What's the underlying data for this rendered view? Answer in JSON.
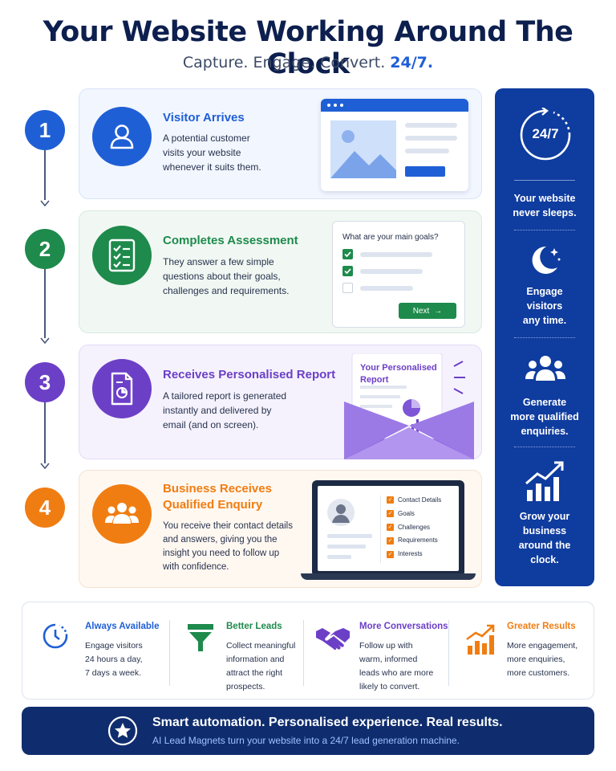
{
  "header": {
    "title": "Your Website Working Around The Clock",
    "subtitle_plain": "Capture. Engage. Convert.",
    "subtitle_accent": "24/7."
  },
  "steps": [
    {
      "number": "1",
      "title": "Visitor Arrives",
      "description": [
        "A potential customer",
        "visits your website",
        "whenever it suits them."
      ],
      "icon": "user-icon",
      "color": "#1f5fd6"
    },
    {
      "number": "2",
      "title": "Completes Assessment",
      "description": [
        "They answer a few simple",
        "questions about their goals,",
        "challenges and requirements."
      ],
      "icon": "checklist-icon",
      "color": "#1e8a4c",
      "form": {
        "question": "What are your main goals?",
        "next_label": "Next"
      }
    },
    {
      "number": "3",
      "title": "Receives Personalised Report",
      "description": [
        "A tailored report is generated",
        "instantly and delivered by",
        "email (and on screen)."
      ],
      "icon": "report-icon",
      "color": "#6c3fc7",
      "report": {
        "heading_line1": "Your Personalised",
        "heading_line2": "Report"
      }
    },
    {
      "number": "4",
      "title_line1": "Business Receives",
      "title_line2": "Qualified Enquiry",
      "description": [
        "You receive their contact details",
        "and answers, giving you the",
        "insight you need to follow up",
        "with confidence."
      ],
      "icon": "team-icon",
      "color": "#f07d12",
      "laptop_items": [
        "Contact Details",
        "Goals",
        "Challenges",
        "Requirements",
        "Interests"
      ]
    }
  ],
  "sidebar": {
    "clock_label": "24/7",
    "items": [
      {
        "icon": "clock-24-7-icon",
        "lines": [
          "Your website",
          "never sleeps."
        ]
      },
      {
        "icon": "moon-icon",
        "lines": [
          "Engage",
          "visitors",
          "any time."
        ]
      },
      {
        "icon": "people-icon",
        "lines": [
          "Generate",
          "more qualified",
          "enquiries."
        ]
      },
      {
        "icon": "growth-chart-icon",
        "lines": [
          "Grow your",
          "business",
          "around the",
          "clock."
        ]
      }
    ]
  },
  "benefits": [
    {
      "title": "Always Available",
      "color": "#1f5fd6",
      "icon": "clock-icon",
      "lines": [
        "Engage visitors",
        "24 hours a day,",
        "7 days a week."
      ]
    },
    {
      "title": "Better Leads",
      "color": "#1e8a4c",
      "icon": "funnel-icon",
      "lines": [
        "Collect meaningful",
        "information and",
        "attract the right",
        "prospects."
      ]
    },
    {
      "title": "More Conversations",
      "color": "#6c3fc7",
      "icon": "handshake-icon",
      "lines": [
        "Follow up with",
        "warm, informed",
        "leads who are more",
        "likely to convert."
      ]
    },
    {
      "title": "Greater Results",
      "color": "#f07d12",
      "icon": "bar-chart-icon",
      "lines": [
        "More engagement,",
        "more enquiries,",
        "more customers."
      ]
    }
  ],
  "footer": {
    "main": "Smart automation. Personalised experience. Real results.",
    "sub": "AI Lead Magnets turn your website into a 24/7 lead generation machine."
  }
}
